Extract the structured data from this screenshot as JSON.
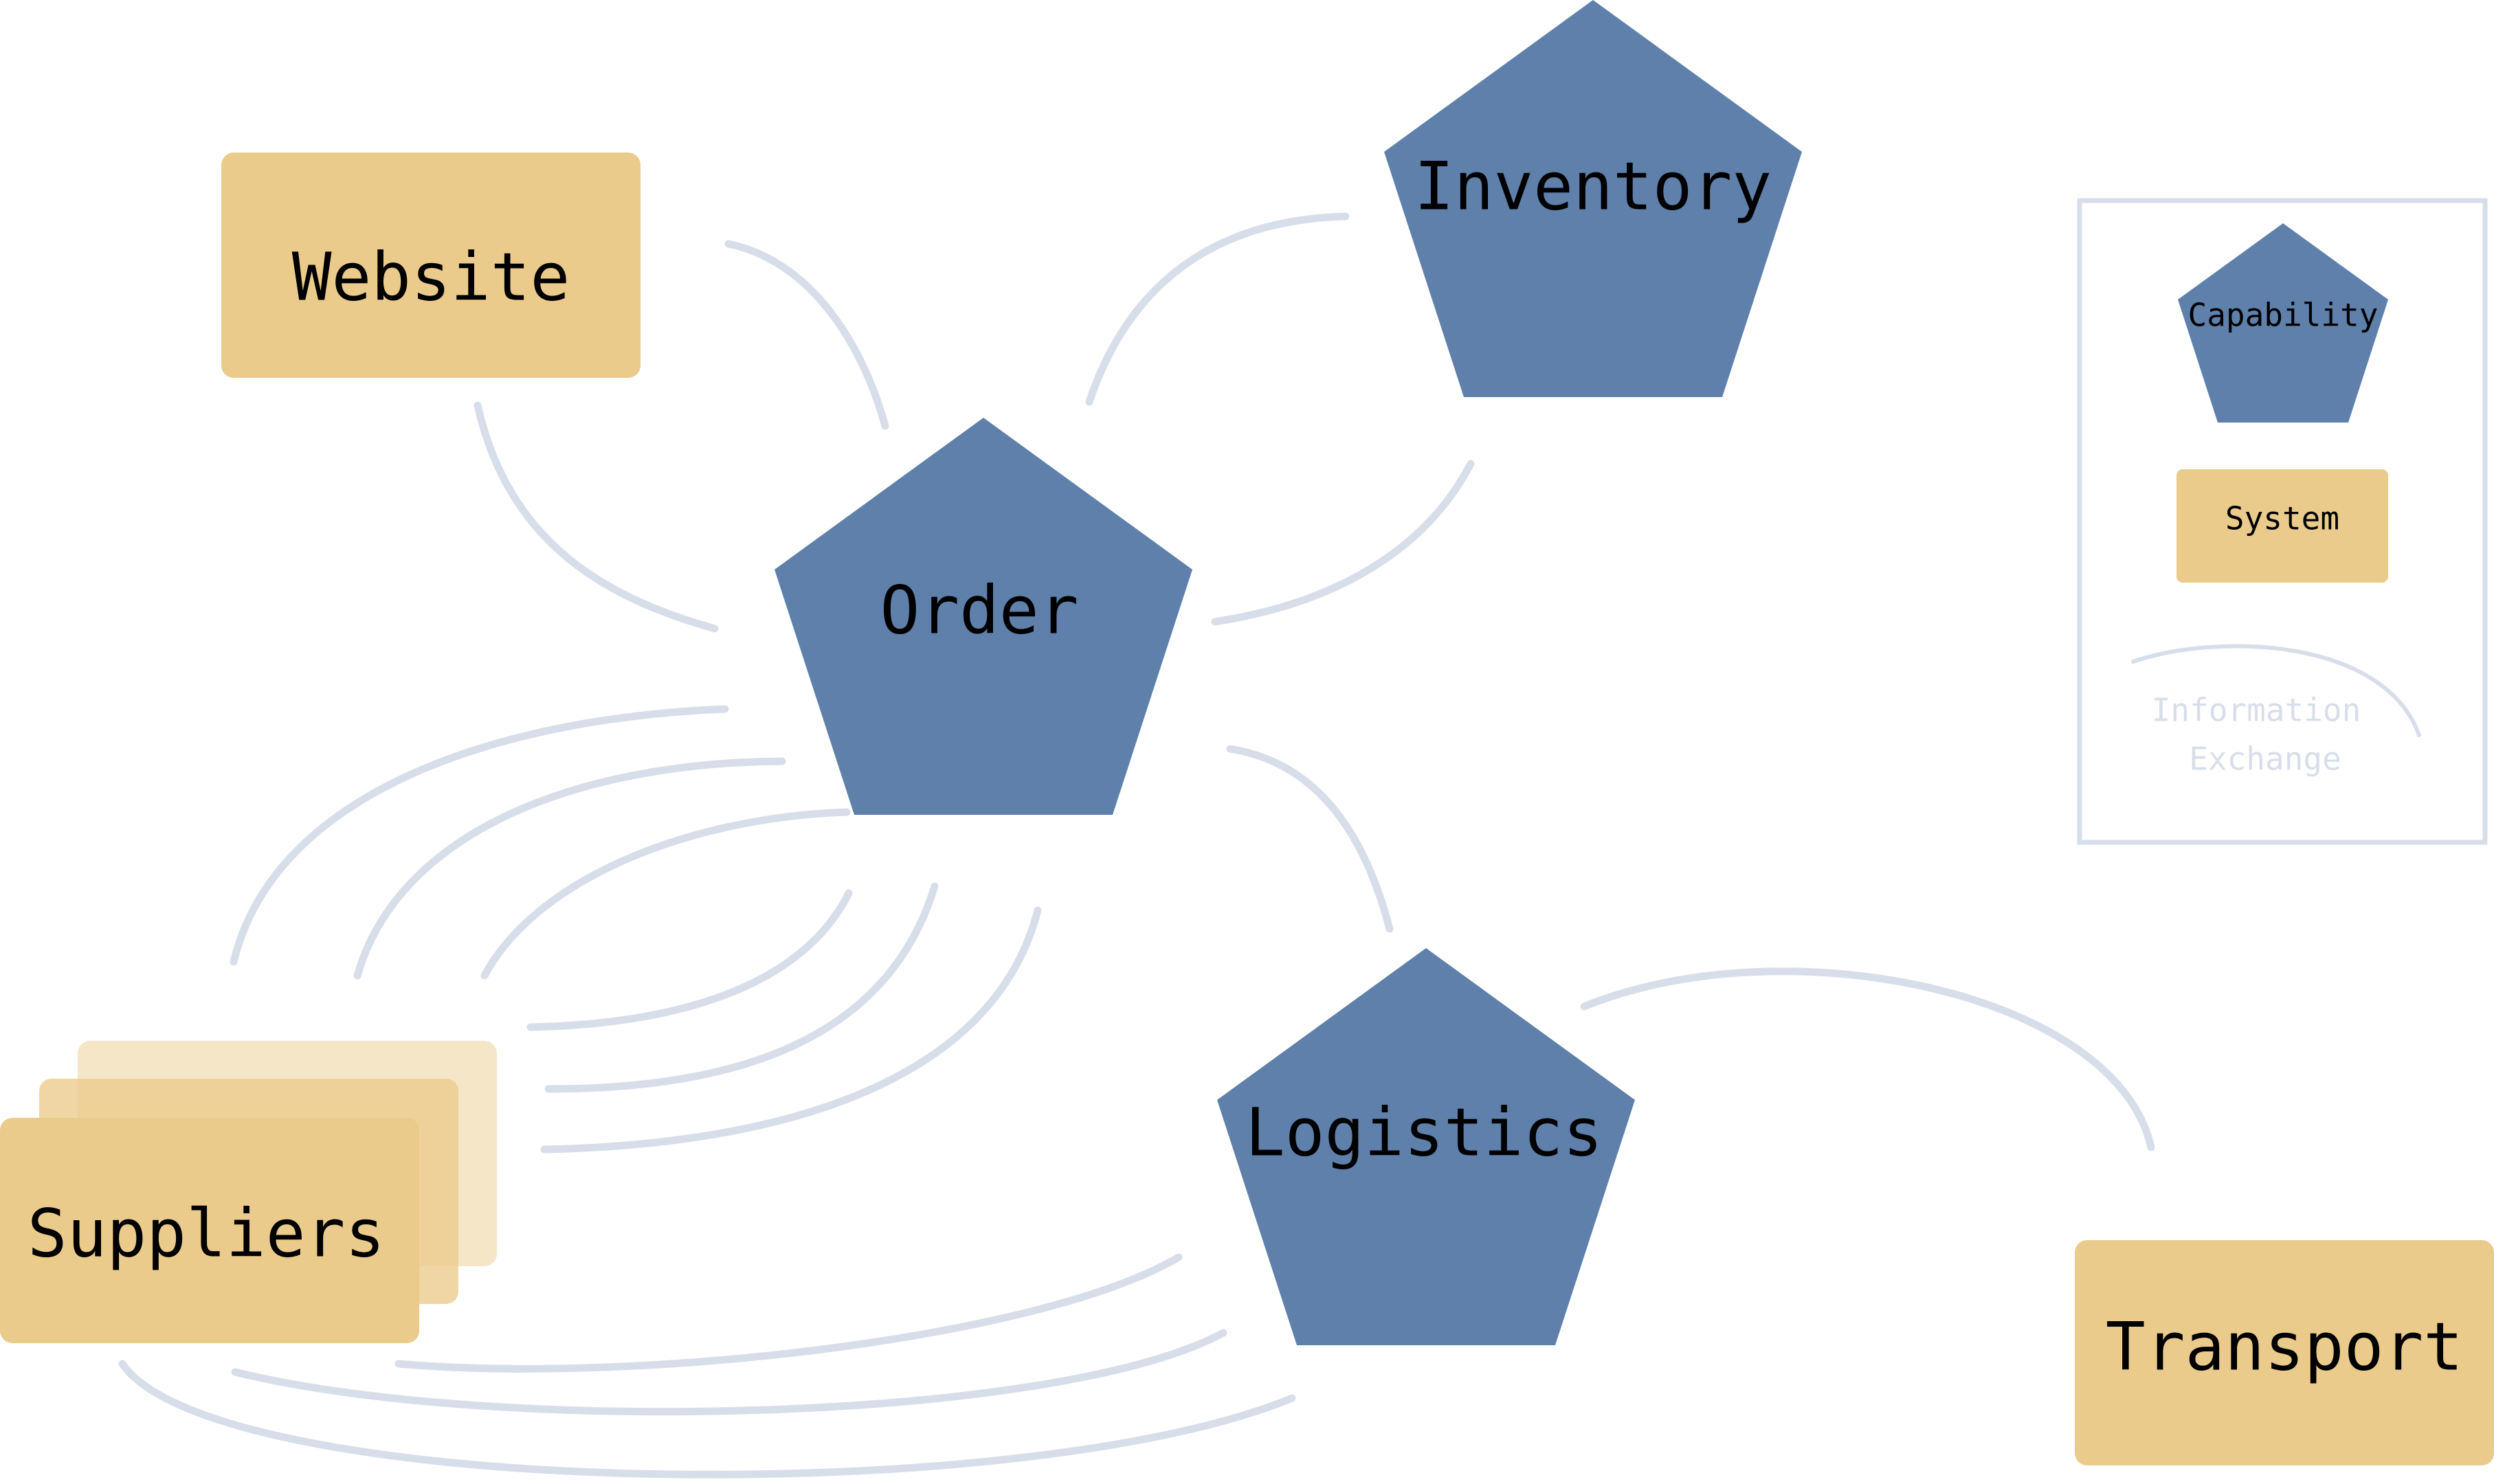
{
  "nodes": {
    "website": "Website",
    "order": "Order",
    "inventory": "Inventory",
    "suppliers": "Suppliers",
    "logistics": "Logistics",
    "transport": "Transport"
  },
  "legend": {
    "capability": "Capability",
    "system": "System",
    "exchange_line1": "Information",
    "exchange_line2": "Exchange"
  },
  "colors": {
    "capability": "#5e80ab",
    "system": "#ebcb8b",
    "arrow": "#d8dee9",
    "legend_border": "#d8dee9"
  }
}
